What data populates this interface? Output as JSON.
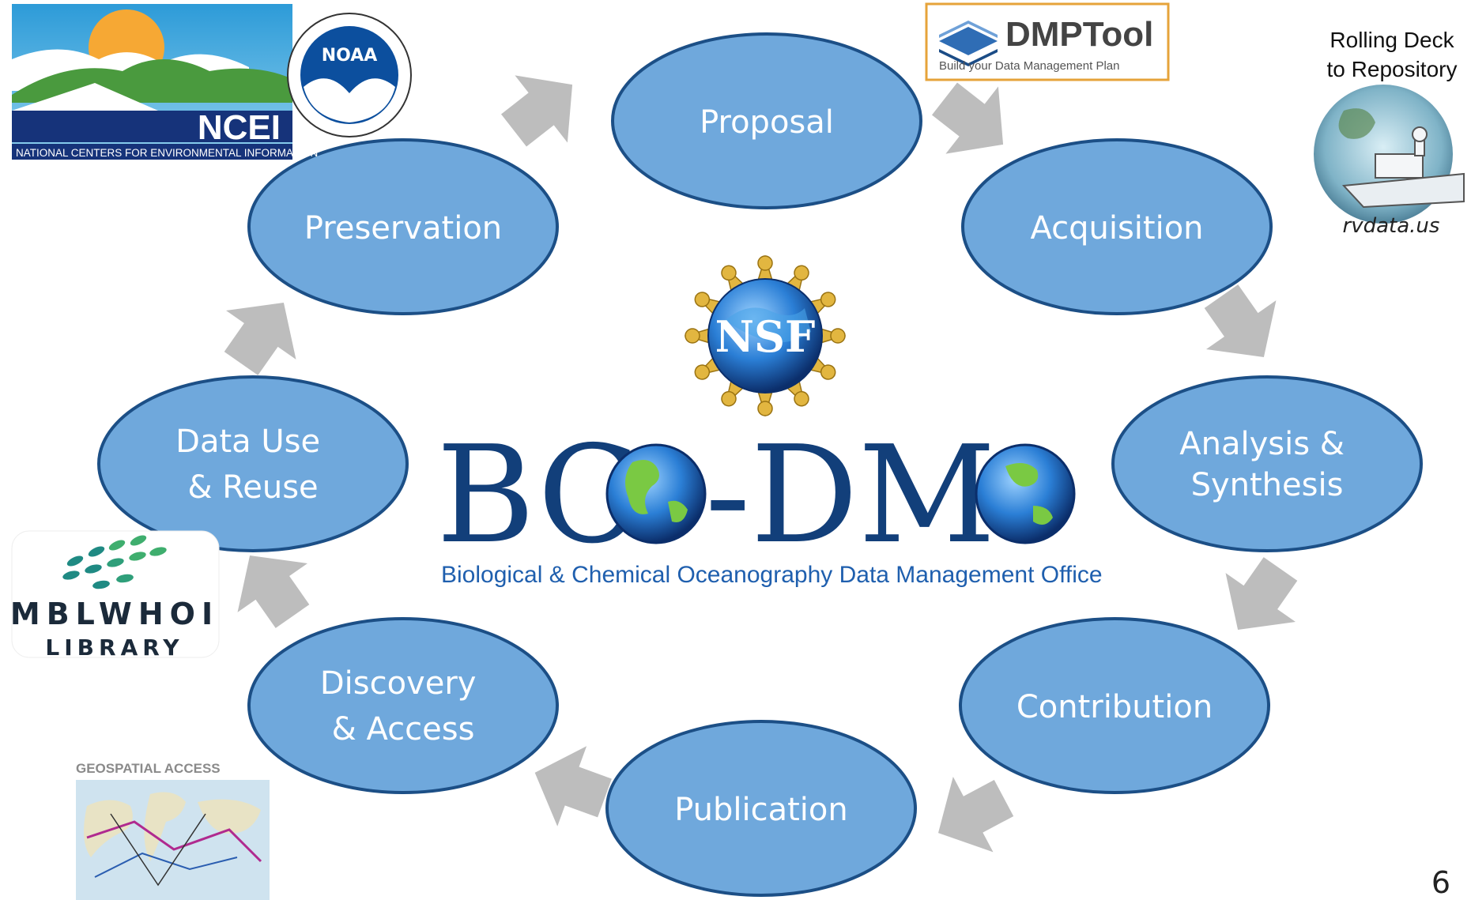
{
  "diagram": {
    "nodes": [
      {
        "id": "proposal",
        "lines": [
          "Proposal"
        ]
      },
      {
        "id": "acquisition",
        "lines": [
          "Acquisition"
        ]
      },
      {
        "id": "analysis-synthesis",
        "lines": [
          "Analysis &",
          "Synthesis"
        ]
      },
      {
        "id": "contribution",
        "lines": [
          "Contribution"
        ]
      },
      {
        "id": "publication",
        "lines": [
          "Publication"
        ]
      },
      {
        "id": "discovery-access",
        "lines": [
          "Discovery",
          "& Access"
        ]
      },
      {
        "id": "data-use-reuse",
        "lines": [
          "Data Use",
          "& Reuse"
        ]
      },
      {
        "id": "preservation",
        "lines": [
          "Preservation"
        ]
      }
    ]
  },
  "center": {
    "title_left": "BC",
    "title_mid": "-DM",
    "subtitle": "Biological & Chemical Oceanography Data Management Office",
    "nsf_label": "NSF"
  },
  "logos": {
    "ncei_name": "NCEI",
    "ncei_full": "NATIONAL CENTERS FOR ENVIRONMENTAL INFORMATION",
    "noaa_name": "NOAA",
    "dmptool_name": "DMPTool",
    "dmptool_tagline": "Build your Data Management Plan",
    "r2r_line1": "Rolling Deck",
    "r2r_line2": "to Repository",
    "r2r_url": "rvdata.us",
    "mblwhoi_line1": "MBLWHOI",
    "mblwhoi_line2": "LIBRARY",
    "geo_label": "GEOSPATIAL ACCESS"
  },
  "page_number": "6",
  "colors": {
    "node_fill": "#6fa8dc",
    "node_stroke": "#1c4f86",
    "arrow": "#bdbdbd",
    "bco_navy": "#123f7a"
  }
}
